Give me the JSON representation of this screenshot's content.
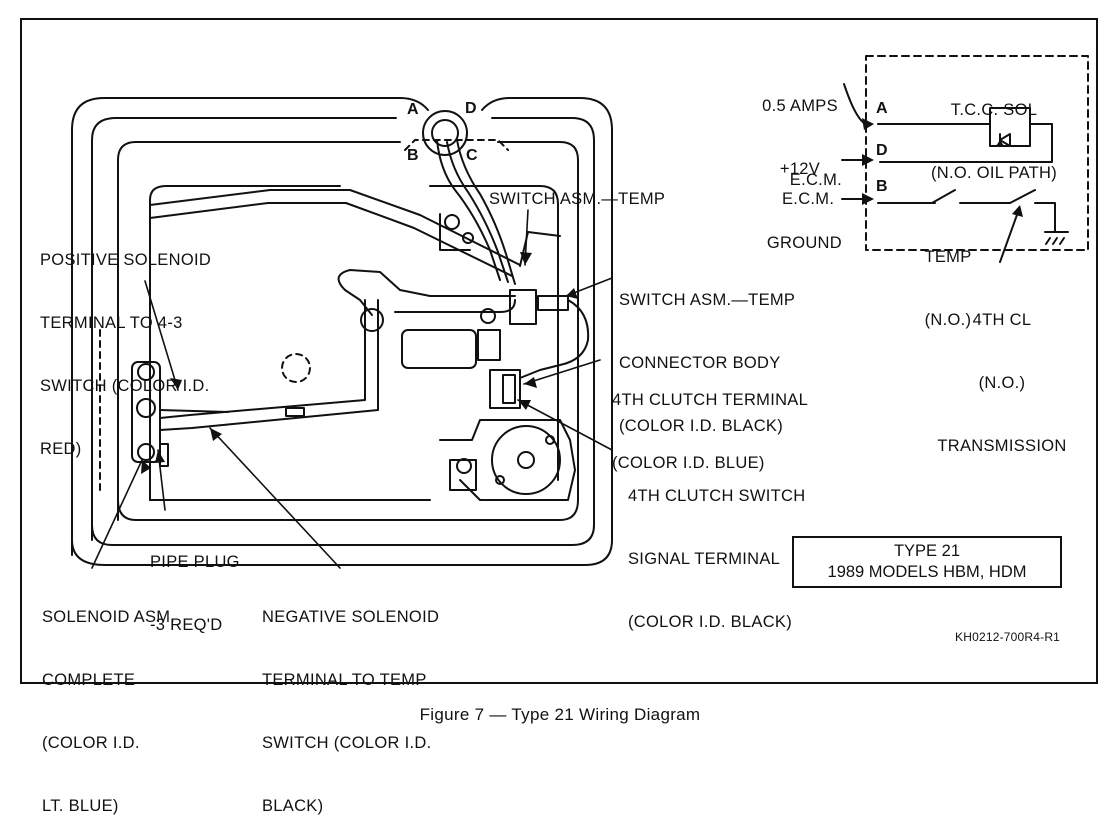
{
  "caption": "Figure 7 — Type 21 Wiring Diagram",
  "type_box": {
    "line1": "TYPE 21",
    "line2": "1989 MODELS HBM, HDM"
  },
  "part_code": "KH0212-700R4-R1",
  "connector_pins": {
    "a": "A",
    "b": "B",
    "c": "C",
    "d": "D"
  },
  "callouts": {
    "positive_solenoid": [
      "POSITIVE SOLENOID",
      "TERMINAL TO 4-3",
      "SWITCH (COLOR I.D.",
      "RED)"
    ],
    "switch_temp": "SWITCH ASM.—TEMP",
    "switch_temp_connector": [
      "SWITCH ASM.—TEMP",
      "CONNECTOR BODY",
      "(COLOR I.D. BLACK)"
    ],
    "fourth_clutch_terminal": [
      "4TH CLUTCH TERMINAL",
      "(COLOR I.D. BLUE)"
    ],
    "fourth_clutch_switch_signal": [
      "4TH CLUTCH SWITCH",
      "SIGNAL TERMINAL",
      "(COLOR I.D. BLACK)"
    ],
    "pipe_plug": [
      "PIPE PLUG",
      "-3 REQ'D"
    ],
    "solenoid_asm": [
      "SOLENOID ASM.",
      "COMPLETE",
      "(COLOR I.D.",
      "LT. BLUE)"
    ],
    "negative_solenoid": [
      "NEGATIVE SOLENOID",
      "TERMINAL TO TEMP",
      "SWITCH (COLOR I.D.",
      "BLACK)"
    ]
  },
  "schematic": {
    "supply": [
      "0.5 AMPS",
      "+12V"
    ],
    "ecm_ground": [
      "E.C.M.",
      "GROUND"
    ],
    "ecm": "E.C.M.",
    "tcc_sol": [
      "T.C.C. SOL",
      "(N.O. OIL PATH)"
    ],
    "temp": [
      "TEMP",
      "(N.O.)"
    ],
    "fourth_cl": [
      "4TH CL",
      "(N.O.)",
      "TRANSMISSION"
    ],
    "pins": {
      "a": "A",
      "d": "D",
      "b": "B"
    }
  }
}
